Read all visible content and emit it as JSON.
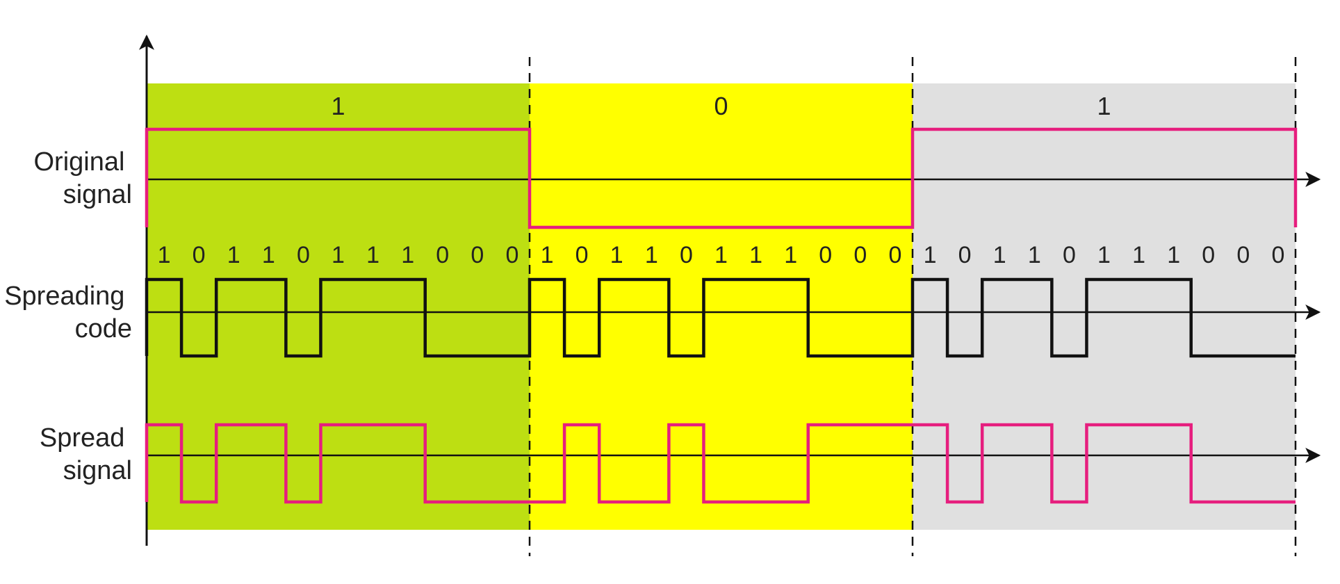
{
  "diagram": {
    "row_labels": {
      "original": [
        "Original",
        "signal"
      ],
      "spreading": [
        "Spreading",
        "code"
      ],
      "spread": [
        "Spread",
        "signal"
      ]
    },
    "data_bits": [
      {
        "label": "1",
        "value": 1,
        "color": "#bddf12"
      },
      {
        "label": "0",
        "value": 0,
        "color": "#ffff00"
      },
      {
        "label": "1",
        "value": 1,
        "color": "#e0e0e0"
      }
    ],
    "spreading_code": [
      1,
      0,
      1,
      1,
      0,
      1,
      1,
      1,
      0,
      0,
      0
    ],
    "colors": {
      "original_signal": "#e61e7e",
      "spreading_code": "#111111",
      "spread_signal": "#e61e7e"
    }
  }
}
